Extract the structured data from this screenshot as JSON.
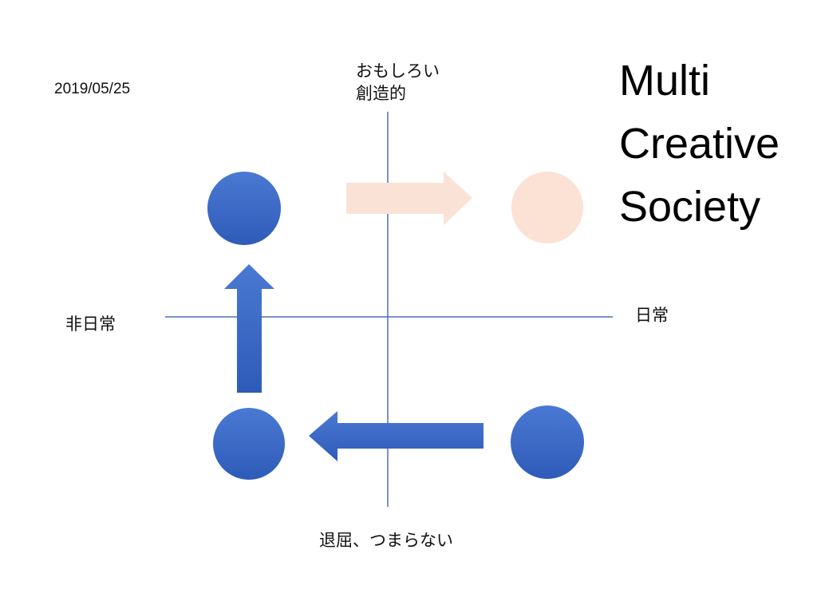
{
  "date": "2019/05/25",
  "title_lines": [
    "Multi",
    "Creative",
    "Society"
  ],
  "axes": {
    "top": [
      "おもしろい",
      "創造的"
    ],
    "bottom": "退屈、つまらない",
    "left": "非日常",
    "right": "日常"
  },
  "colors": {
    "axis": "#4a6fb5",
    "circle_blue": "#3a6ac9",
    "arrow_blue": "#3a69c7",
    "circle_pale": "#fce1d5",
    "arrow_pale": "#fbe2d6"
  },
  "nodes": [
    {
      "name": "circle-top-left",
      "quadrant": "top-left",
      "style": "blue"
    },
    {
      "name": "circle-top-right",
      "quadrant": "top-right",
      "style": "pale"
    },
    {
      "name": "circle-bottom-left",
      "quadrant": "bottom-left",
      "style": "blue"
    },
    {
      "name": "circle-bottom-right",
      "quadrant": "bottom-right",
      "style": "blue"
    }
  ],
  "arrows": [
    {
      "name": "arrow-bottom-right-to-left",
      "direction": "left",
      "style": "blue"
    },
    {
      "name": "arrow-bottom-left-to-top",
      "direction": "up",
      "style": "blue"
    },
    {
      "name": "arrow-top-left-to-right",
      "direction": "right",
      "style": "pale"
    }
  ]
}
